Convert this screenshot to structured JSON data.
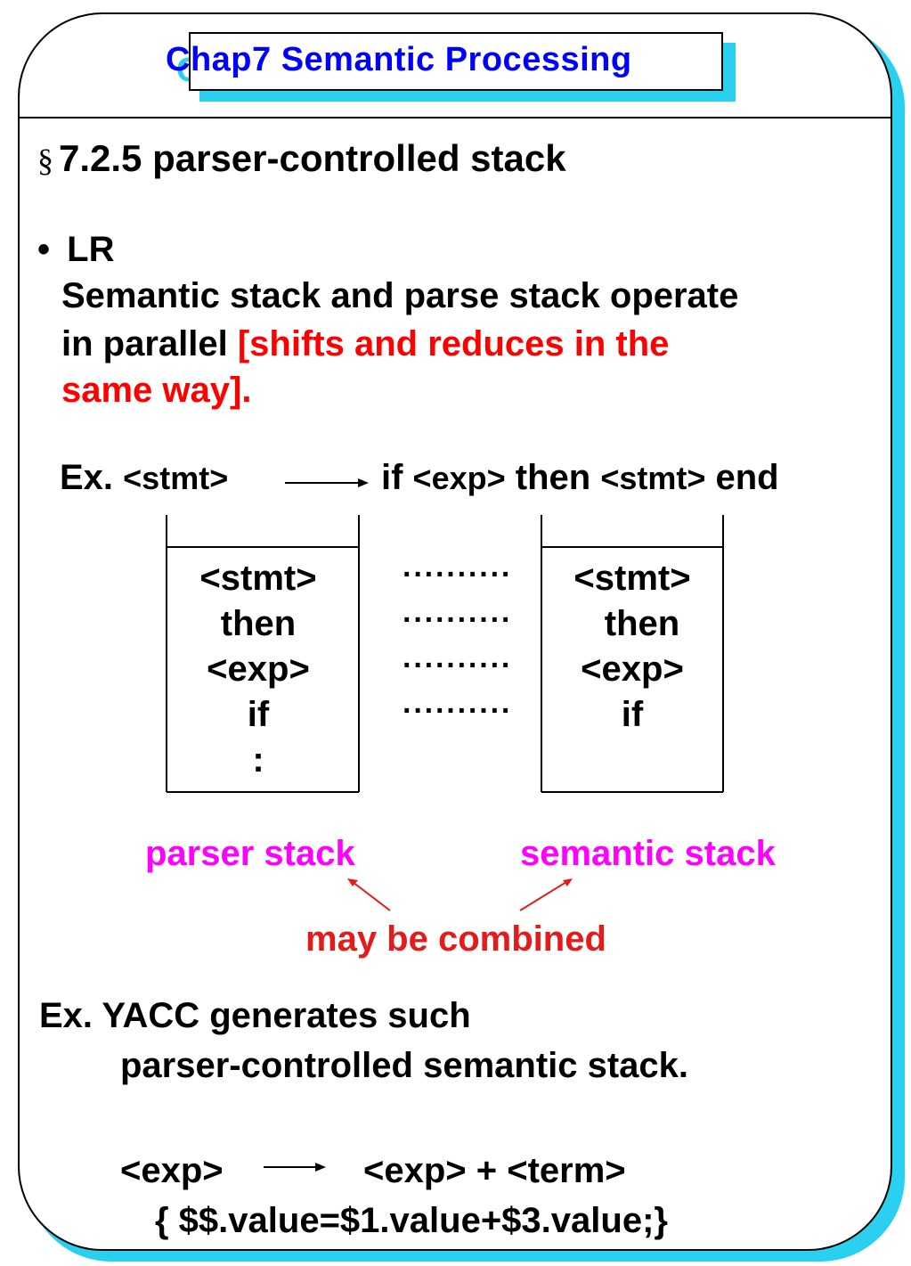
{
  "slide": {
    "title": "Chap7  Semantic Processing",
    "section_mark": "§",
    "section_heading": "7.2.5  parser-controlled stack",
    "bullet": "•",
    "bullet_heading": "LR",
    "body_line1": "Semantic stack and parse stack operate",
    "body_line2_black": "in parallel ",
    "body_line2_red": "[shifts and reduces in the",
    "body_line3_red": "same way].",
    "example1": {
      "prefix": "Ex. ",
      "lhs": "<stmt>",
      "rhs_if": "if ",
      "rhs_exp": "<exp>",
      "rhs_then": " then ",
      "rhs_stmt": "<stmt>",
      "rhs_end": " end"
    },
    "parser_stack_items": [
      "<stmt>",
      "then",
      "<exp>",
      "if",
      ":"
    ],
    "semantic_stack_items": [
      "<stmt>",
      "then",
      "<exp>",
      "if"
    ],
    "dots": [
      "··········",
      "··········",
      "··········",
      "··········"
    ],
    "parser_stack_label": "parser stack",
    "semantic_stack_label": "semantic stack",
    "combined_label": "may be combined",
    "example2_line1": "Ex. YACC generates such",
    "example2_line2": "parser-controlled semantic stack.",
    "production_lhs": "<exp>",
    "production_rhs": "<exp> + <term>",
    "action": "{ $$.value=$1.value+$3.value;}"
  },
  "colors": {
    "title": "#0000ff",
    "shadow": "#2ad0f0",
    "highlight_red": "#ff0000",
    "stack_labels": "#ff00ff",
    "combined": "#e31b1b"
  }
}
